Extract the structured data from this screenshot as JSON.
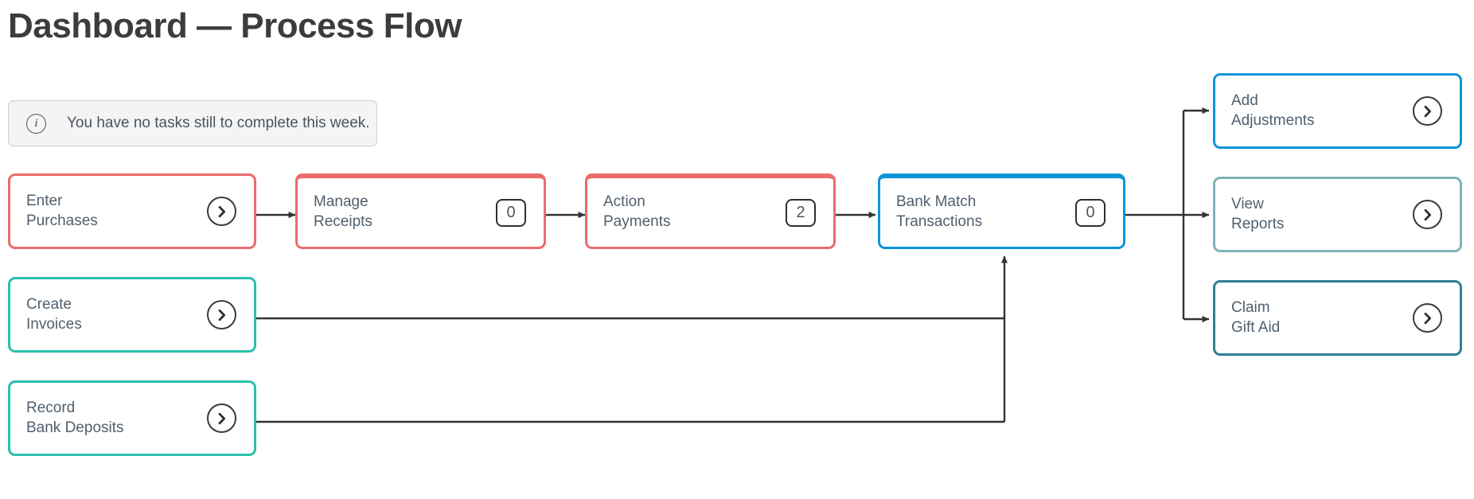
{
  "page": {
    "title": "Dashboard — Process Flow"
  },
  "info_banner": {
    "icon": "info-circle-icon",
    "icon_glyph": "i",
    "message": "You have no tasks still to complete this week."
  },
  "colors": {
    "red": "#ec6b6b",
    "blue": "#0d94d8",
    "teal_green": "#2bbfab",
    "teal_muted": "#7fb3b8",
    "teal_dark": "#2f7f92",
    "connector": "#333333",
    "text": "#51606d",
    "title": "#3c3c3c",
    "banner_bg": "#f4f4f4",
    "banner_border": "#cfcfcf"
  },
  "flow_row": [
    {
      "id": "enter-purchases",
      "line1": "Enter",
      "line2": "Purchases",
      "accent": "#ec6b6b",
      "action": "chevron",
      "action_icon": "chevron-right-circle-icon",
      "badge": null
    },
    {
      "id": "manage-receipts",
      "line1": "Manage",
      "line2": "Receipts",
      "accent": "#ec6b6b",
      "action": "badge",
      "badge": "0"
    },
    {
      "id": "action-payments",
      "line1": "Action",
      "line2": "Payments",
      "accent": "#ec6b6b",
      "action": "badge",
      "badge": "2"
    },
    {
      "id": "bank-match-transactions",
      "line1": "Bank Match",
      "line2": "Transactions",
      "accent": "#0d94d8",
      "action": "badge",
      "badge": "0"
    }
  ],
  "left_column": [
    {
      "id": "create-invoices",
      "line1": "Create",
      "line2": "Invoices",
      "accent": "#2bbfab",
      "action": "chevron",
      "action_icon": "chevron-right-circle-icon",
      "badge": null
    },
    {
      "id": "record-bank-deposits",
      "line1": "Record",
      "line2": "Bank Deposits",
      "accent": "#2bbfab",
      "action": "chevron",
      "action_icon": "chevron-right-circle-icon",
      "badge": null
    }
  ],
  "right_column": [
    {
      "id": "add-adjustments",
      "line1": "Add",
      "line2": "Adjustments",
      "accent": "#0d94d8",
      "action": "chevron",
      "action_icon": "chevron-right-circle-icon",
      "badge": null
    },
    {
      "id": "view-reports",
      "line1": "View",
      "line2": "Reports",
      "accent": "#7fb3b8",
      "action": "chevron",
      "action_icon": "chevron-right-circle-icon",
      "badge": null
    },
    {
      "id": "claim-gift-aid",
      "line1": "Claim",
      "line2": "Gift Aid",
      "accent": "#2f7f92",
      "action": "chevron",
      "action_icon": "chevron-right-circle-icon",
      "badge": null
    }
  ]
}
